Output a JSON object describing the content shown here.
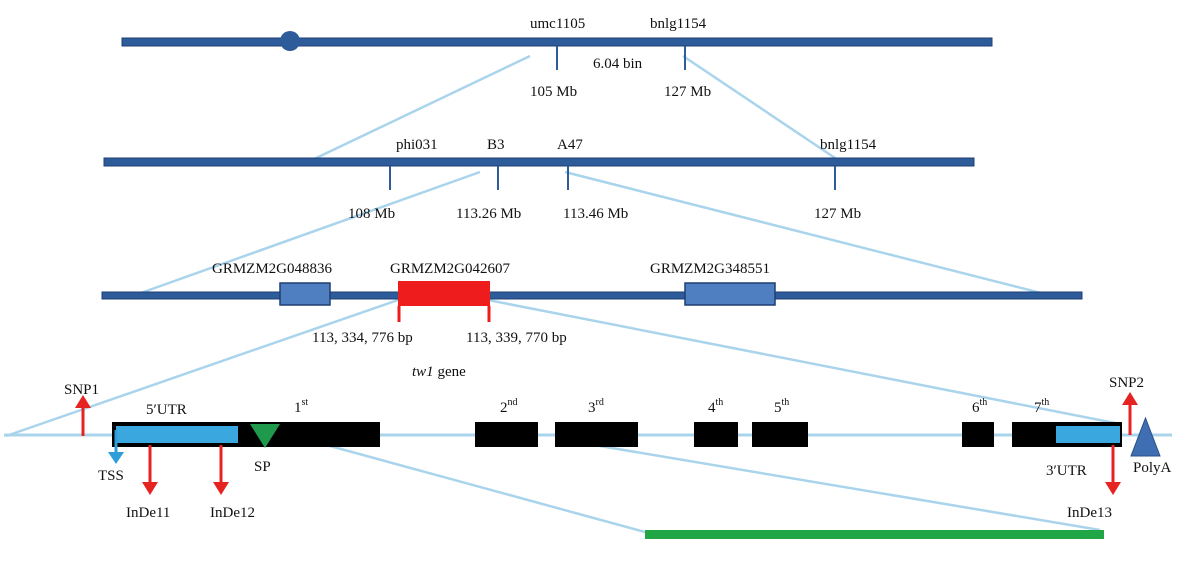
{
  "chromosome": {
    "markers": {
      "umc": "umc1105",
      "bnlg": "bnlg1154"
    },
    "bin": "6.04 bin",
    "positions": {
      "left": "105 Mb",
      "right": "127 Mb"
    }
  },
  "region": {
    "markers": {
      "phi": "phi031",
      "b3": "B3",
      "a47": "A47",
      "bnlg": "bnlg1154"
    },
    "positions": {
      "p108": "108 Mb",
      "p11326": "113.26 Mb",
      "p11346": "113.46 Mb",
      "p127": "127 Mb"
    }
  },
  "genes": {
    "g1": "GRMZM2G048836",
    "g2": "GRMZM2G042607",
    "g3": "GRMZM2G348551",
    "start": "113, 334, 776 bp",
    "end": "113, 339, 770 bp"
  },
  "gene_structure": {
    "gene_name_italic": "tw1",
    "gene_name_suffix": "gene",
    "utr5": "5′UTR",
    "utr3": "3′UTR",
    "tss": "TSS",
    "sp": "SP",
    "polya": "PolyA",
    "snp1": "SNP1",
    "snp2": "SNP2",
    "indel11": "InDe11",
    "indel12": "InDe12",
    "indel13": "InDe13",
    "exons": [
      {
        "num": "1",
        "sup": "st"
      },
      {
        "num": "2",
        "sup": "nd"
      },
      {
        "num": "3",
        "sup": "rd"
      },
      {
        "num": "4",
        "sup": "th"
      },
      {
        "num": "5",
        "sup": "th"
      },
      {
        "num": "6",
        "sup": "th"
      },
      {
        "num": "7",
        "sup": "th"
      }
    ]
  },
  "colors": {
    "chrom": "#2e5b9a",
    "chrom_stroke": "#1f3f73",
    "gene_box": "#4f7fc0",
    "gene_target": "#ee1c1c",
    "zoom_line": "#a9d4ec",
    "utr": "#3aa8de",
    "exon": "#000000",
    "arrow_red": "#e52320",
    "tss_blue": "#2e9ed8",
    "sp_green": "#1f9a4c",
    "polya": "#3f6fb2",
    "domain_bar": "#21a645"
  }
}
